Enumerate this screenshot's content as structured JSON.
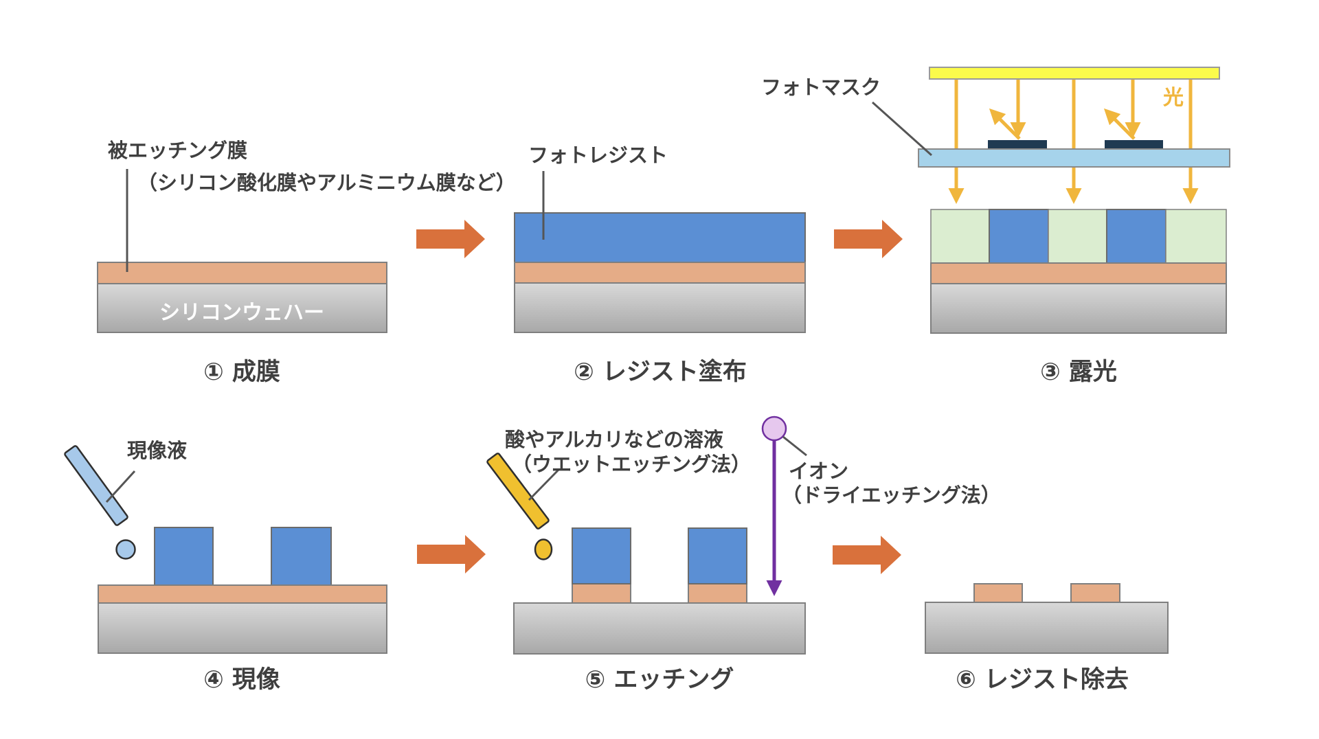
{
  "labels": {
    "etched_film_line1": "被エッチング膜",
    "etched_film_line2": "（シリコン酸化膜やアルミニウム膜など）",
    "silicon_wafer": "シリコンウェハー",
    "photoresist": "フォトレジスト",
    "photomask": "フォトマスク",
    "light": "光",
    "developer": "現像液",
    "etchant_line1": "酸やアルカリなどの溶液",
    "etchant_line2": "（ウエットエッチング法）",
    "ion_line1": "イオン",
    "ion_line2": "（ドライエッチング法）"
  },
  "steps": [
    {
      "caption": "① 成膜"
    },
    {
      "caption": "② レジスト塗布"
    },
    {
      "caption": "③ 露光"
    },
    {
      "caption": "④ 現像"
    },
    {
      "caption": "⑤ エッチング"
    },
    {
      "caption": "⑥ レジスト除去"
    }
  ],
  "colors": {
    "wafer_gray_top": "#D9D9D9",
    "wafer_gray_bottom": "#A8A8A8",
    "etched_film_orange": "#E5AC87",
    "photoresist_blue": "#5B8FD4",
    "exposed_resist_green": "#DBEDD0",
    "light_source_yellow": "#FBFB4B",
    "light_ray_gold": "#F0B63D",
    "mask_plate_blue": "#A6D3EB",
    "mask_pattern_navy": "#1F3A52",
    "developer_blue": "#A7C9EA",
    "etchant_gold": "#F0C02F",
    "ion_lavender": "#E6C8EE",
    "ion_purple": "#7030A0",
    "step_arrow_orange": "#D9713C",
    "text_dark": "#3F3F3F"
  }
}
